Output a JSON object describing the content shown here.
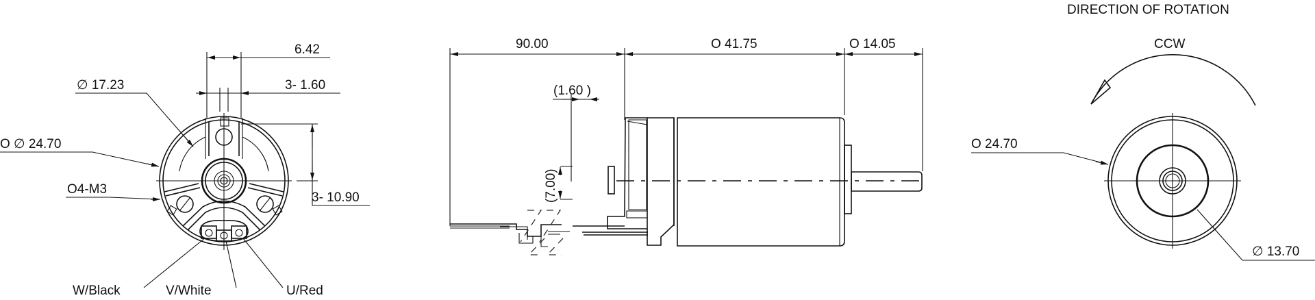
{
  "drawing": {
    "end_view_left": {
      "labels": {
        "dim_width": "6.42",
        "dim_slots": "3-  1.60",
        "dia_inner": "∅ 17.23",
        "dia_outer": "O  ∅   24.70",
        "screw": "O4-M3",
        "height_offset": "3-  10.90",
        "wire_w": "W/Black",
        "wire_v": "V/White",
        "wire_u": "U/Red"
      }
    },
    "side_view": {
      "labels": {
        "lead_length": "90.00",
        "body_length": "O  41.75",
        "shaft_length": "O  14.05",
        "flange_offset": "(1.60  )",
        "connector_height": "(7.00)"
      }
    },
    "end_view_right": {
      "labels": {
        "title": "DIRECTION OF ROTATION",
        "rotation": "CCW",
        "dia_outer": "O         24.70",
        "dia_boss": "∅  13.70"
      }
    }
  }
}
